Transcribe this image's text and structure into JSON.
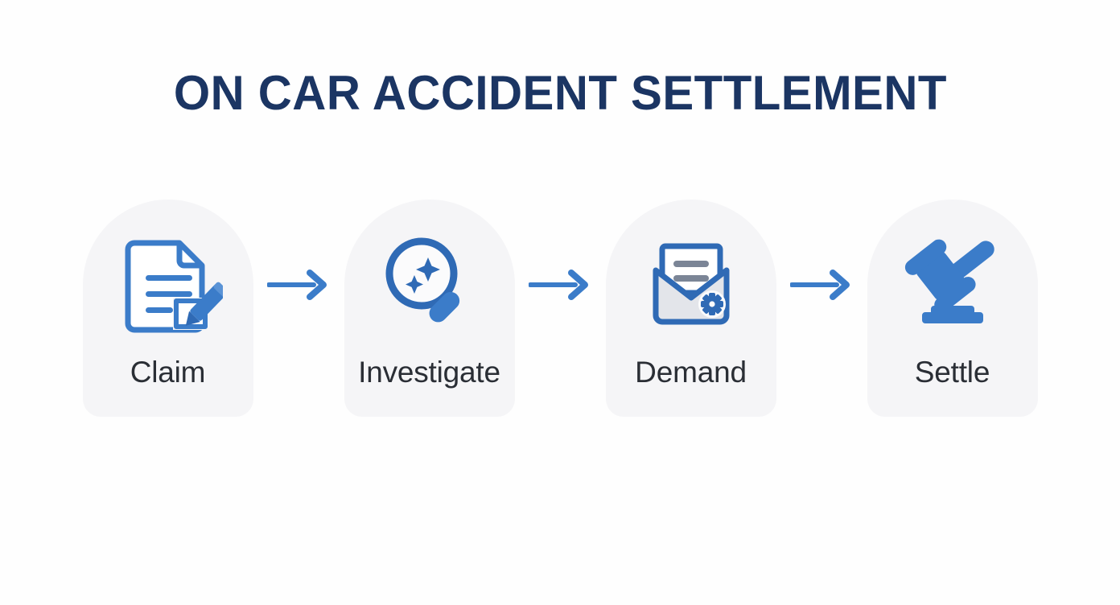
{
  "page": {
    "background_color": "#fefefe",
    "title": "ON CAR ACCIDENT SETTLEMENT",
    "title_color": "#1b3563"
  },
  "theme": {
    "accent_blue": "#3b7cc9",
    "accent_blue_dark": "#2f6ab5",
    "card_background": "#f5f5f7",
    "label_color": "#2a2e35",
    "icon_gray": "#e3e5ea",
    "icon_line_gray": "#7b8596"
  },
  "flow": {
    "steps": [
      {
        "id": "claim",
        "label": "Claim",
        "icon": "document-pencil-icon"
      },
      {
        "id": "investigate",
        "label": "Investigate",
        "icon": "magnifier-sparkle-icon"
      },
      {
        "id": "demand",
        "label": "Demand",
        "icon": "open-envelope-gear-icon"
      },
      {
        "id": "settle",
        "label": "Settle",
        "icon": "gavel-icon"
      }
    ],
    "connectors": [
      {
        "id": "arrow-1",
        "icon": "arrow-right-icon"
      },
      {
        "id": "arrow-2",
        "icon": "arrow-right-icon"
      },
      {
        "id": "arrow-3",
        "icon": "arrow-right-icon"
      }
    ]
  }
}
